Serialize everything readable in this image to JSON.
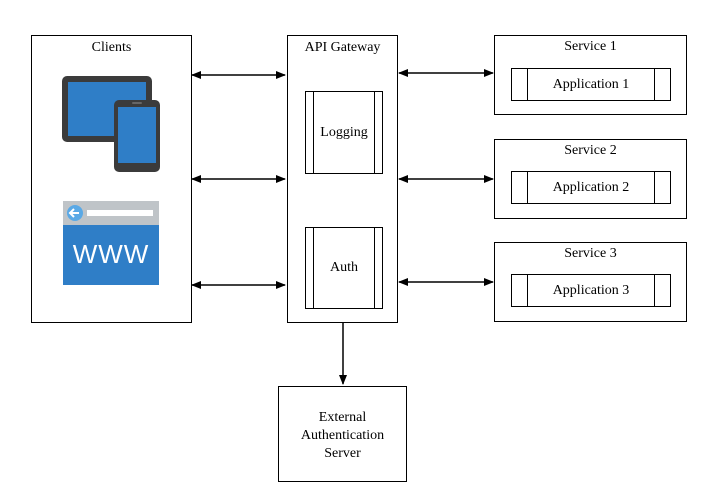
{
  "clients": {
    "title": "Clients",
    "web_icon_text": "WWW"
  },
  "gateway": {
    "title": "API Gateway",
    "logging": "Logging",
    "auth": "Auth"
  },
  "services": [
    {
      "title": "Service 1",
      "app": "Application 1"
    },
    {
      "title": "Service 2",
      "app": "Application 2"
    },
    {
      "title": "Service 3",
      "app": "Application 3"
    }
  ],
  "external": {
    "line1": "External",
    "line2": "Authentication",
    "line3": "Server"
  },
  "colors": {
    "device_body": "#3b3b3b",
    "device_screen": "#2f7ec7",
    "browser_bar": "#bfc4c8",
    "browser_body": "#2f7ec7",
    "browser_back": "#5aa9e6"
  }
}
